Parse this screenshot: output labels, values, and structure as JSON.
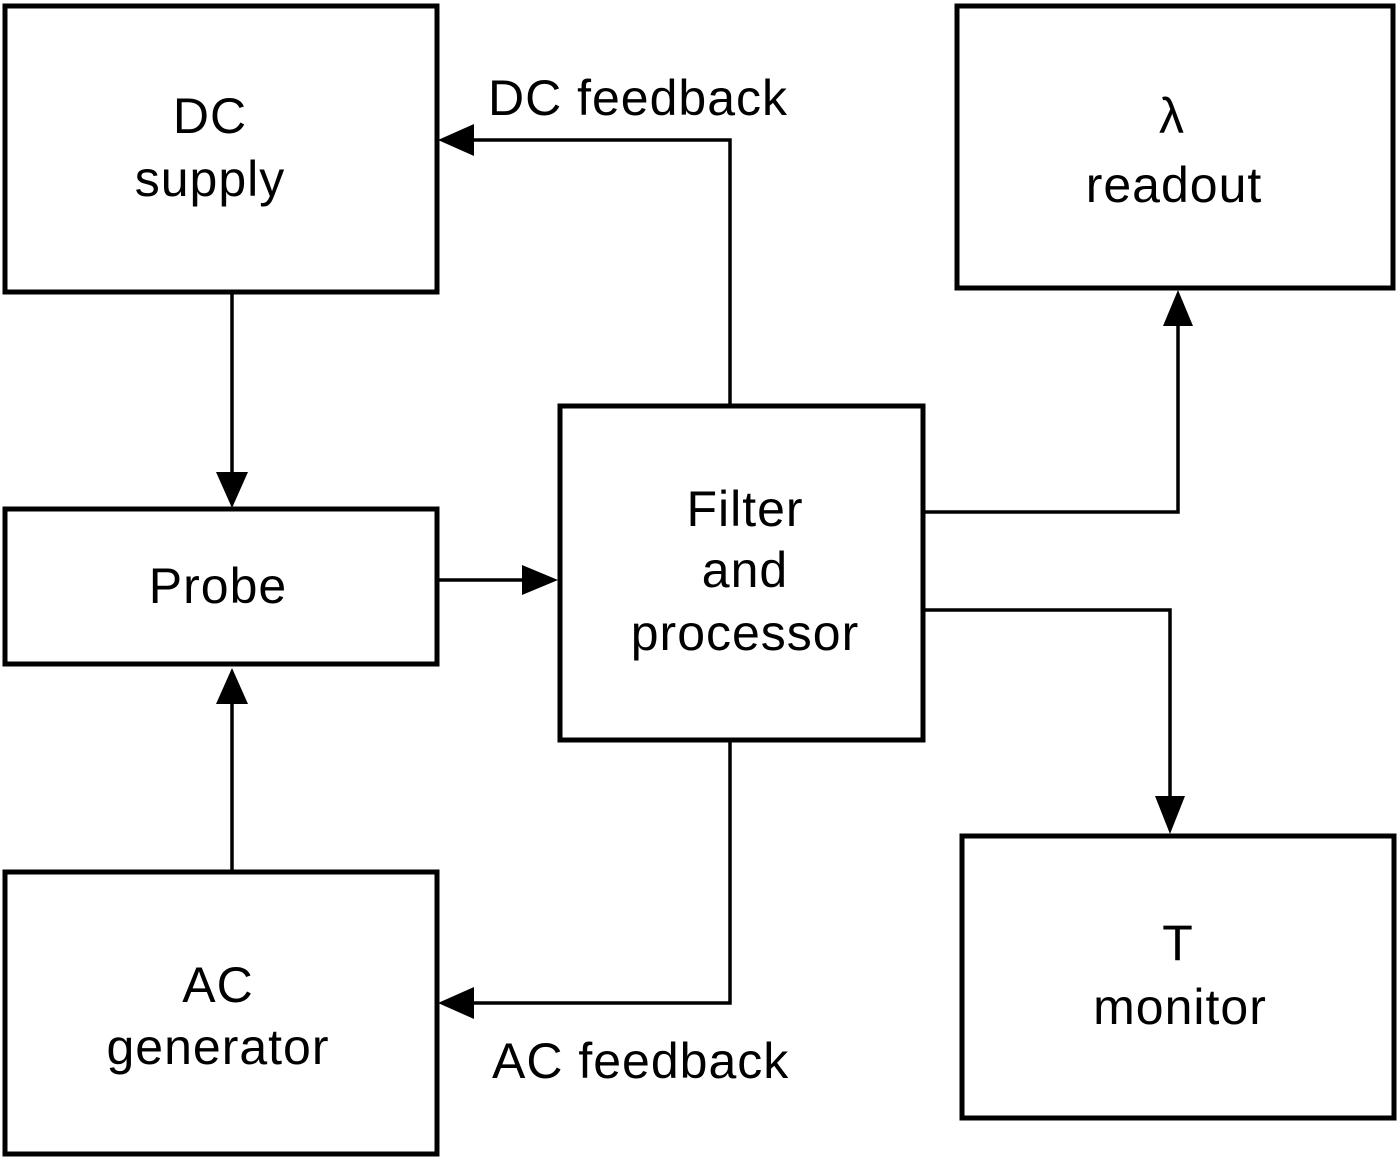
{
  "blocks": {
    "dc_supply": {
      "line1": "DC",
      "line2": "supply"
    },
    "probe": {
      "label": "Probe"
    },
    "ac_generator": {
      "line1": "AC",
      "line2": "generator"
    },
    "filter_processor": {
      "line1": "Filter",
      "line2": "and",
      "line3": "processor"
    },
    "lambda_readout": {
      "line1": "λ",
      "line2": "readout"
    },
    "t_monitor": {
      "line1": "T",
      "line2": "monitor"
    }
  },
  "connections": {
    "dc_feedback_label": "DC feedback",
    "ac_feedback_label": "AC feedback"
  }
}
